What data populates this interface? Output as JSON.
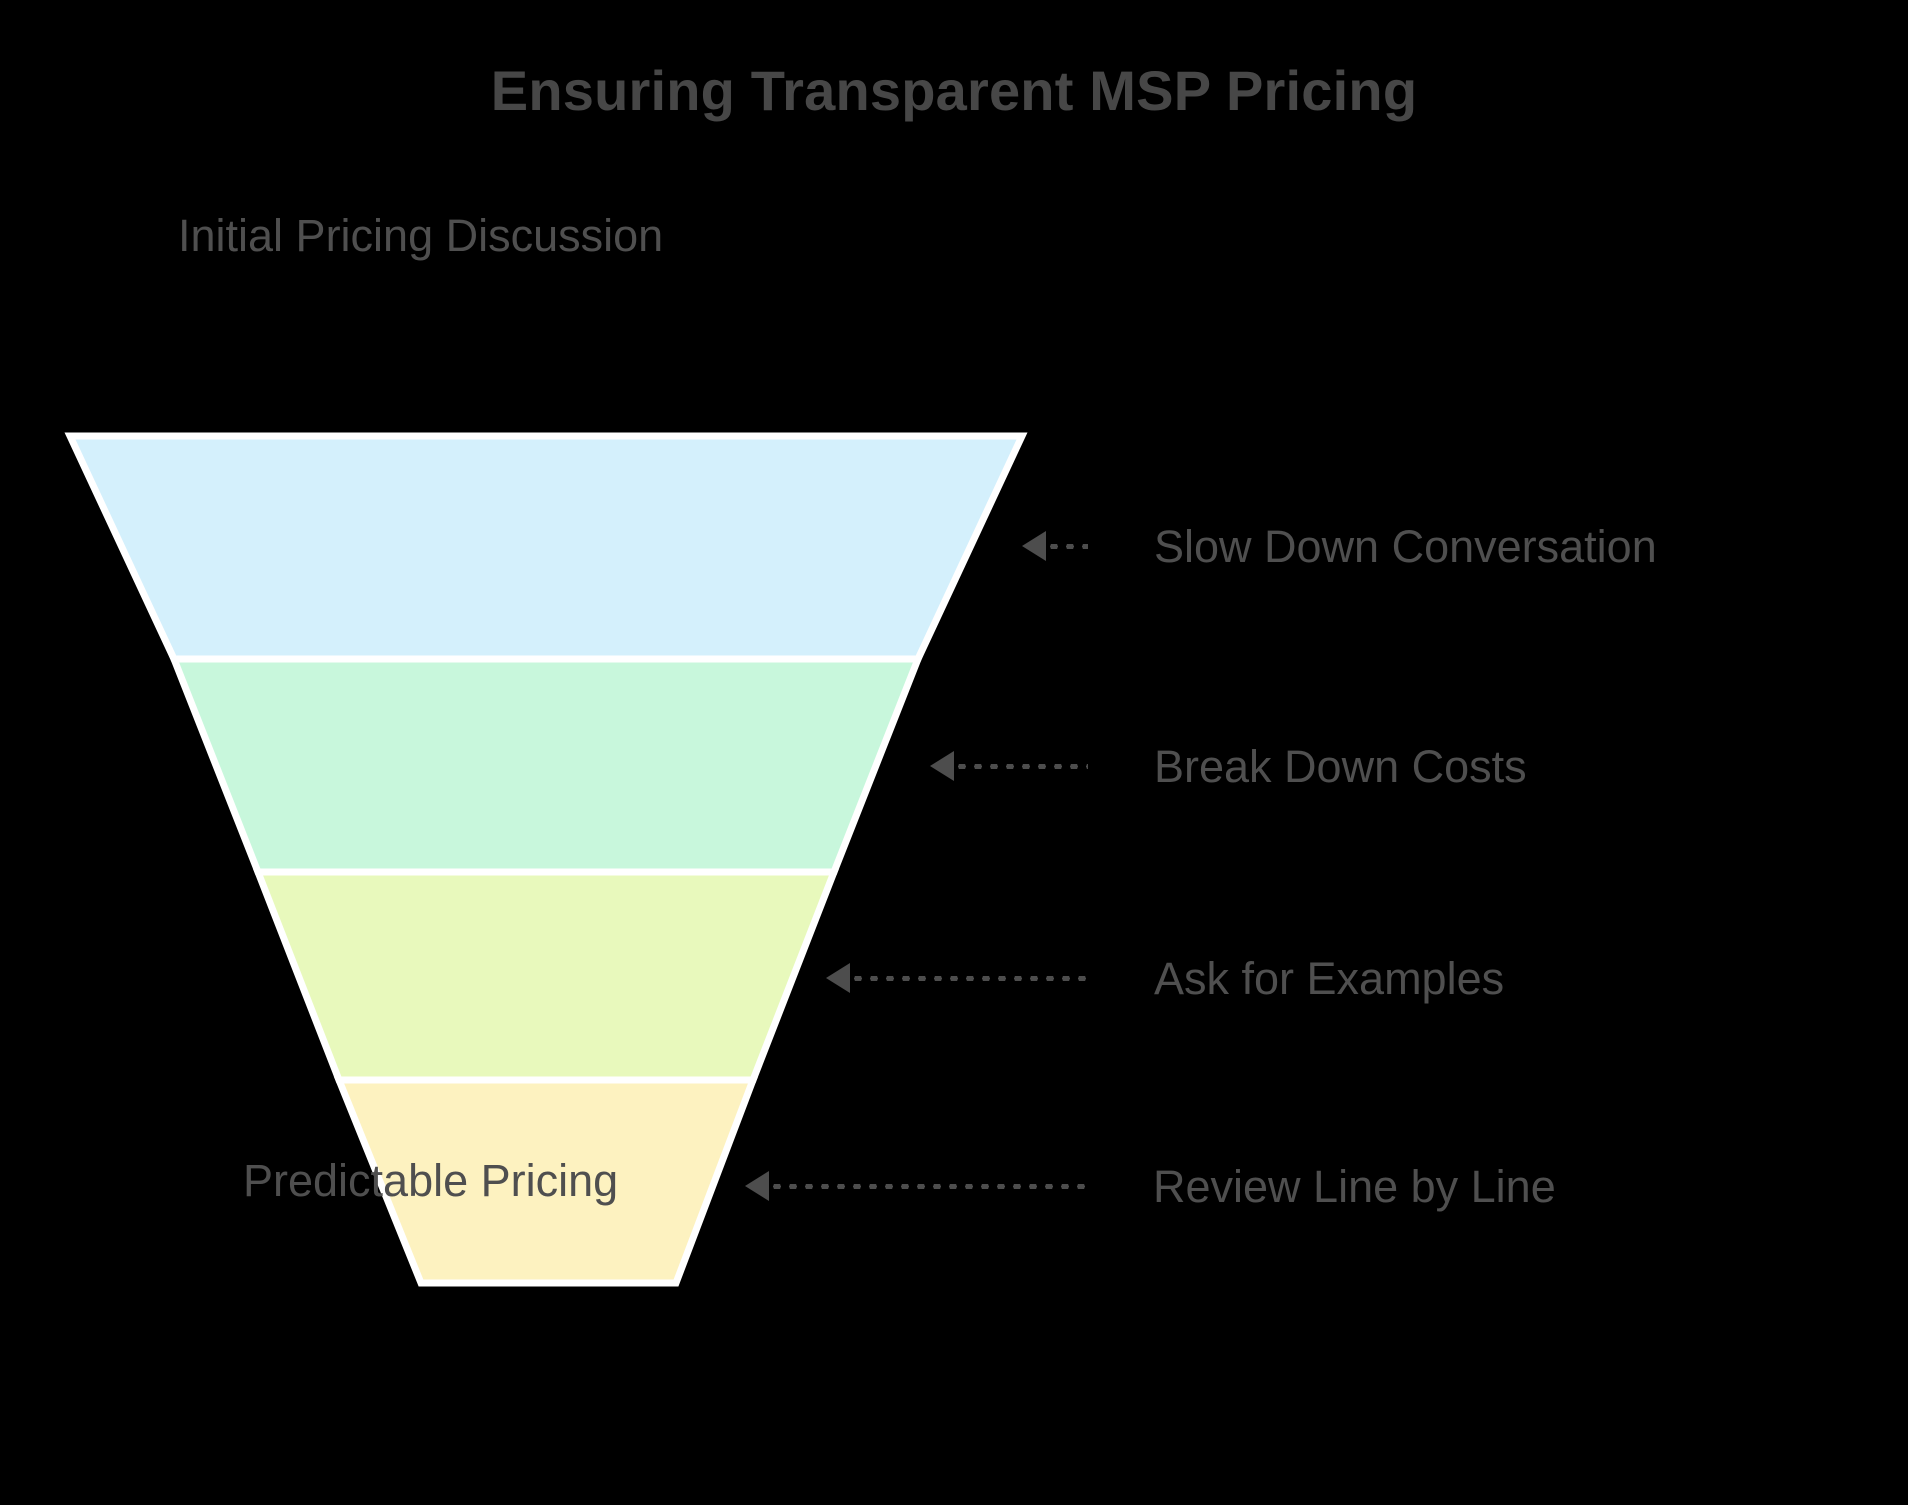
{
  "title": "Ensuring Transparent MSP Pricing",
  "captions": {
    "top": "Initial Pricing Discussion",
    "bottom": "Predictable Pricing"
  },
  "colors": {
    "background": "#000000",
    "title_text": "#474747",
    "label_text": "#4f4f4f",
    "arrow": "#4d4d4d",
    "funnel_border": "#ffffff"
  },
  "chart_data": {
    "type": "funnel",
    "title": "Ensuring Transparent MSP Pricing",
    "entry_label": "Initial Pricing Discussion",
    "exit_label": "Predictable Pricing",
    "stages": [
      {
        "label": "Slow Down Conversation",
        "color": "#d4f0fc",
        "order": 1
      },
      {
        "label": "Break Down Costs",
        "color": "#c8f7dc",
        "order": 2
      },
      {
        "label": "Ask for Examples",
        "color": "#e8f9bc",
        "order": 3
      },
      {
        "label": "Review Line by Line",
        "color": "#fdf2c0",
        "order": 4
      }
    ]
  },
  "annotations": [
    {
      "label": "Slow Down Conversation"
    },
    {
      "label": "Break Down Costs"
    },
    {
      "label": "Ask for Examples"
    },
    {
      "label": "Review Line by Line"
    }
  ]
}
